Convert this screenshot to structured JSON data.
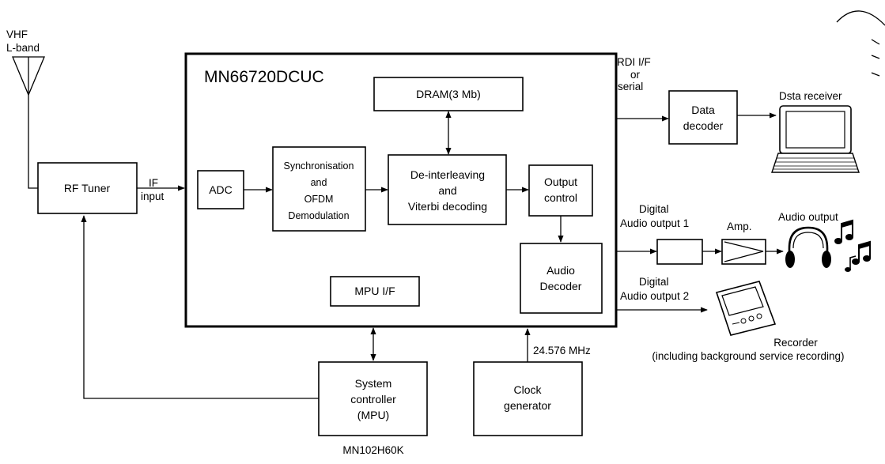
{
  "diagram": {
    "antenna_label": [
      "VHF",
      "L-band"
    ],
    "chip_name": "MN66720DCUC",
    "blocks": {
      "rf_tuner": "RF Tuner",
      "adc": "ADC",
      "sync_demod": [
        "Synchronisation",
        "and",
        "OFDM",
        "Demodulation"
      ],
      "dram": "DRAM(3 Mb)",
      "deinterleave": [
        "De-interleaving",
        "and",
        "Viterbi decoding"
      ],
      "output_control": [
        "Output",
        "control"
      ],
      "audio_decoder": [
        "Audio",
        "Decoder"
      ],
      "mpu_if": "MPU I/F",
      "data_decoder": [
        "Data",
        "decoder"
      ],
      "system_controller": [
        "System",
        "controller",
        "(MPU)"
      ],
      "clock_generator": [
        "Clock",
        "generator"
      ],
      "amp": "Amp."
    },
    "labels": {
      "if_input": [
        "IF",
        "input"
      ],
      "rdi": [
        "RDI I/F",
        "or",
        "serial"
      ],
      "dsta_receiver": "Dsta receiver",
      "digital_audio_1": [
        "Digital",
        "Audio output 1"
      ],
      "digital_audio_2": [
        "Digital",
        "Audio output 2"
      ],
      "audio_output": "Audio output",
      "clock_freq": "24.576 MHz",
      "mpu_part": "MN102H60K",
      "recorder": [
        "Recorder",
        "(including background service recording)"
      ]
    }
  }
}
